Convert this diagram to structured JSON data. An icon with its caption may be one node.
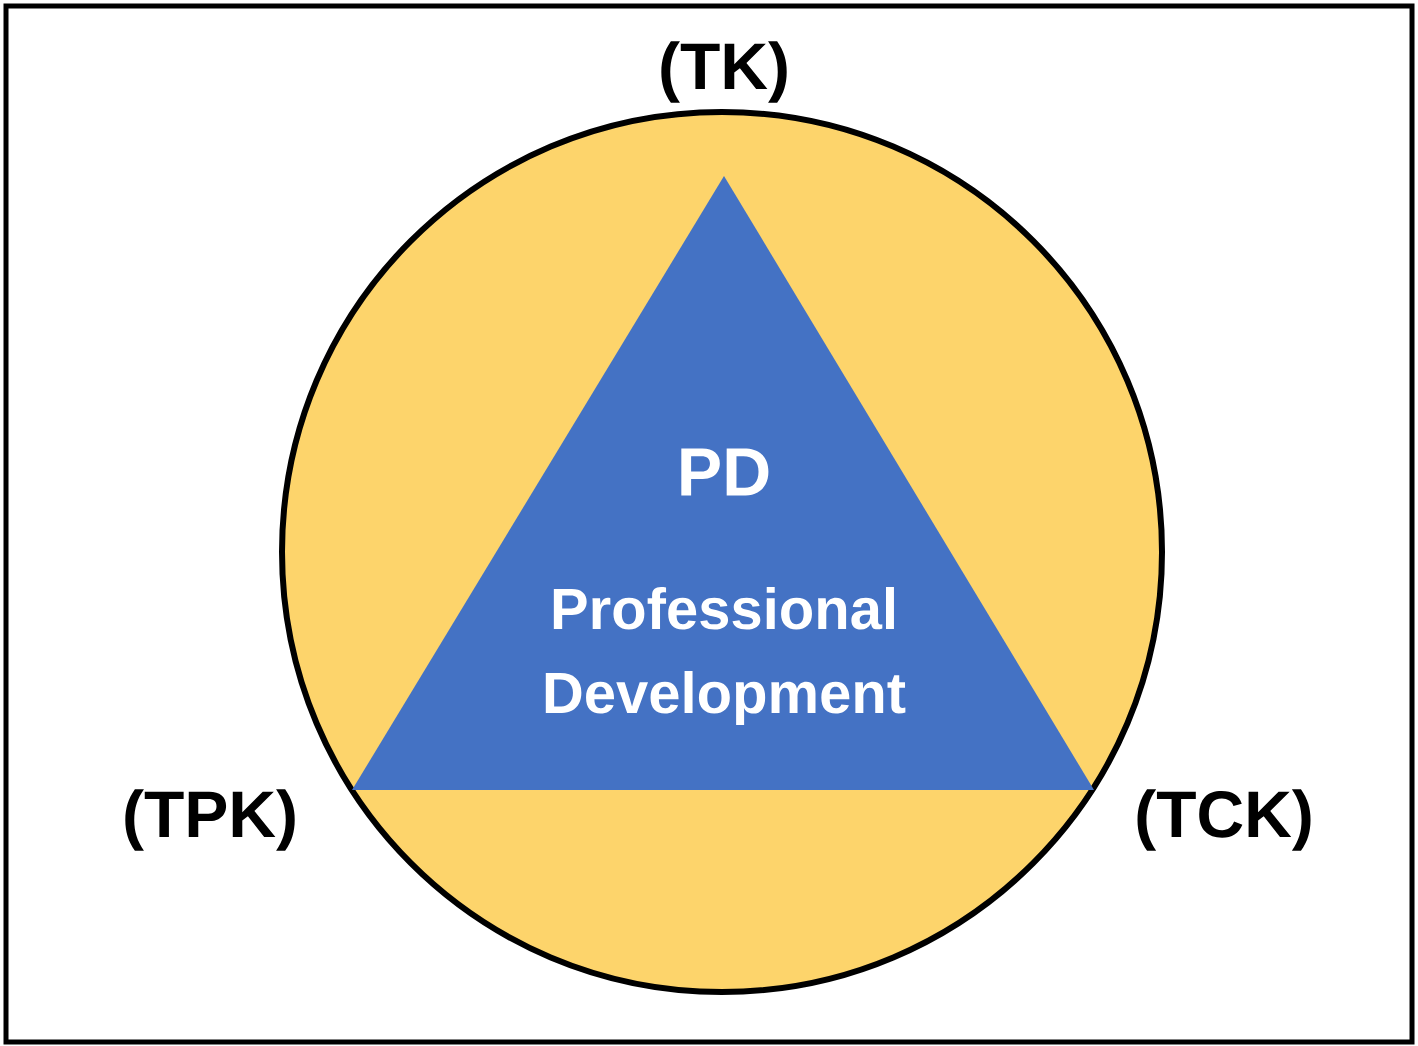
{
  "diagram": {
    "nodes": [
      {
        "text": [],
        "shape": "circle"
      },
      {
        "text": [
          "PD",
          "Professional Development"
        ],
        "in": 0
      }
    ],
    "labels": [
      "(TK)",
      "(TPK)",
      "(TCK)"
    ]
  }
}
